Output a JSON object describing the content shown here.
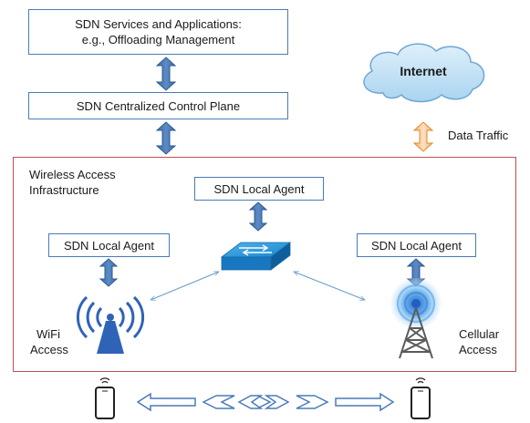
{
  "services": {
    "line1": "SDN Services and Applications:",
    "line2": "e.g., Offloading Management"
  },
  "control_plane": {
    "label": "SDN Centralized Control Plane"
  },
  "internet": {
    "label": "Internet"
  },
  "data_traffic": {
    "label": "Data Traffic"
  },
  "region": {
    "line1": "Wireless Access",
    "line2": "Infrastructure"
  },
  "agents": {
    "center": "SDN Local Agent",
    "left": "SDN Local Agent",
    "right": "SDN Local Agent"
  },
  "wifi": {
    "line1": "WiFi",
    "line2": "Access"
  },
  "cellular": {
    "line1": "Cellular",
    "line2": "Access"
  },
  "colors": {
    "arrow_blue": "#4a7bb7",
    "arrow_orange": "#f0a050",
    "region_border": "#c0504d",
    "switch": "#1f8fd6"
  }
}
